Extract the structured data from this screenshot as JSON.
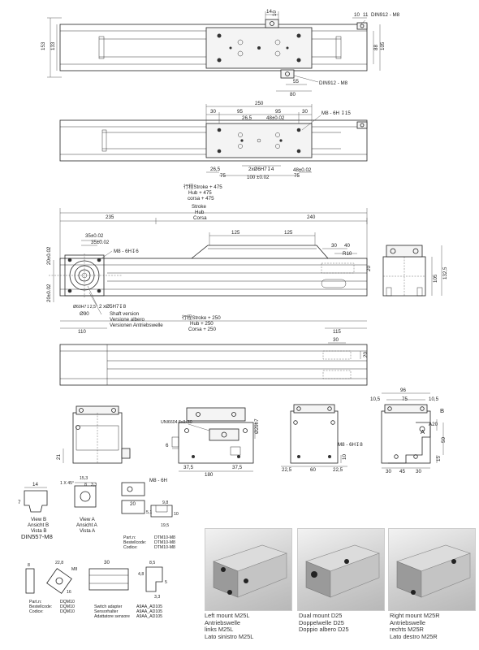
{
  "top_view": {
    "dims": {
      "d14": "14",
      "d10": "10",
      "d153": "153",
      "d133": "133",
      "d88": "88",
      "d105": "105",
      "d55": "55",
      "d80": "80",
      "d10r": "10",
      "d11": "11"
    },
    "labels": {
      "din_top": "DIN912 - M8",
      "din_bottom": "DIN912 - M8"
    }
  },
  "carriage_view": {
    "dims": {
      "d250": "250",
      "d30a": "30",
      "d95a": "95",
      "d95b": "95",
      "d30b": "30",
      "d26_5a": "26,5",
      "d48a": "48±0.02",
      "d26_5b": "26,5",
      "d75a": "75",
      "d100": "100 ±0.02",
      "d75b": "75",
      "d48b": "48±0.02"
    },
    "labels": {
      "thread": "M8 - 6H ↧15",
      "pin": "2xØ6H7↧4"
    }
  },
  "side_view": {
    "stroke_top": [
      "行程Stroke + 475",
      "Hub + 475",
      "corsa + 475"
    ],
    "stroke_words": [
      "Stroke",
      "Hub",
      "Corsa"
    ],
    "stroke_bottom": [
      "行程Stroke + 250",
      "Hub + 250",
      "Corsa + 250"
    ],
    "dims": {
      "d235": "235",
      "d240": "240",
      "d125a": "125",
      "d125b": "125",
      "d35a": "35±0.02",
      "d35b": "35±0.02",
      "d30": "30",
      "d40": "40",
      "r10": "R10",
      "d20": "20",
      "d20left": "20±0.02",
      "d20left2": "20±0.02",
      "d110": "110",
      "d115": "115",
      "d132_5": "132,5",
      "d105": "105",
      "d90": "Ø90"
    },
    "labels": {
      "thread": "M8 - 6H↧6",
      "shaft_hole": "2 xØ5H7↧8",
      "bore": "Ø60H7↧2,5"
    },
    "shaft_version": [
      "Shaft version",
      "Versione albero",
      "Versionen Antriebswelle"
    ]
  },
  "bottom_view": {
    "dims": {
      "d30": "30",
      "d20": "20"
    }
  },
  "end_views": {
    "dims": {
      "d29h7": "Ø29h7",
      "d6": "6",
      "d21": "21",
      "d37_5a": "37,5",
      "d180": "180",
      "d37_5b": "37,5",
      "d22_5": "22,5",
      "d60": "60",
      "d22_5b": "22,5",
      "d96": "96",
      "d10_5a": "10,5",
      "d75": "75",
      "d10_5b": "10,5",
      "d30a": "30",
      "d45": "45",
      "d30b": "30",
      "d50": "50",
      "d15": "15",
      "d10": "10",
      "dA": "A",
      "dB": "B"
    },
    "labels": {
      "key": "UNI6604 8x8x30",
      "thread": "M8 - 6H↧8",
      "a20": "A20"
    }
  },
  "details": {
    "view_b": [
      "View B",
      "Ansicht B",
      "Vista B"
    ],
    "din557": "DIN557-M8",
    "view_a": [
      "View A",
      "Ansicht A",
      "Vista A"
    ],
    "chamfer": "1 X 45°",
    "d14": "14",
    "d7": "7",
    "d15_3": "15,3",
    "d8": "8",
    "d3_3": "3,3",
    "m8": "M8 - 6H",
    "d20": "20",
    "d9_8": "9,8",
    "d5_1": "5,1",
    "d19_5": "19,5",
    "d10": "10",
    "dtm_codes": [
      "Part.n:",
      "Bestellcode:",
      "Codice:"
    ],
    "dtm_values": [
      "DTM10-M8",
      "DTM10-M8",
      "DTM10-M8"
    ],
    "dqm_dims": {
      "d8": "8",
      "d22_8": "22,8",
      "m8": "M8",
      "d16": "16"
    },
    "dqm_codes": [
      "Part.n:",
      "Bestellcode:",
      "Codice:"
    ],
    "dqm_values": [
      "DQM10",
      "DQM10",
      "DQM10"
    ],
    "sw_dims": {
      "d30": "30",
      "d8_5": "8,5",
      "d4_8": "4,8",
      "d5": "5",
      "d3_3": "3,3"
    },
    "sw_labels": [
      "Switch adapter",
      "Sensorhalter",
      "Adattatore sensore"
    ],
    "sw_values": [
      "A9AA_AD105",
      "A9AA_AD105",
      "A9AA_AD105"
    ]
  },
  "captions": {
    "left": [
      "Left mount M25L",
      "Antriebswelle",
      "links M25L",
      "Lato sinistro M25L"
    ],
    "dual": [
      "Dual mount D25",
      "Doppelwelle D25",
      "Doppio albero D25"
    ],
    "right": [
      "Right mount M25R",
      "Antriebswelle",
      "rechts M25R",
      "Lato destro M25R"
    ]
  }
}
